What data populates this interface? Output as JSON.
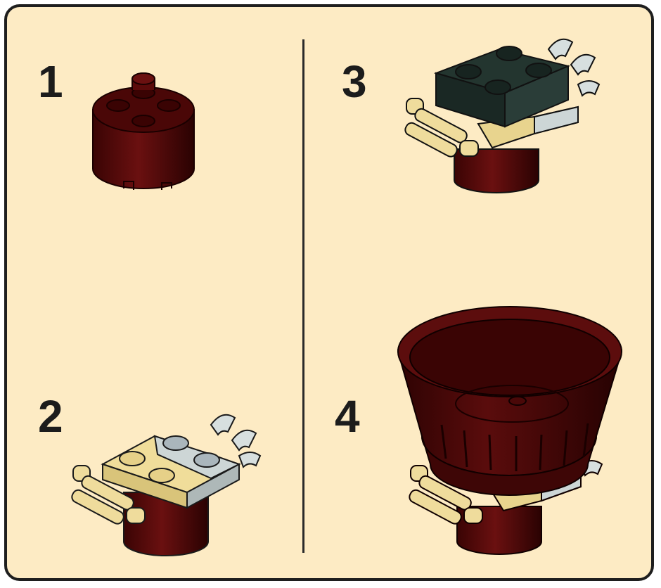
{
  "steps": [
    {
      "number": "1",
      "part": "round-brick-2x2"
    },
    {
      "number": "2",
      "part": "plate-2x2-with-clips-and-bars"
    },
    {
      "number": "3",
      "part": "plate-2x2-dark-green"
    },
    {
      "number": "4",
      "part": "dish-bowl-dark-red"
    }
  ],
  "colors": {
    "background": "#fdebc4",
    "border": "#1e1e1e",
    "dark_red": "#4e0a0a",
    "tan": "#e8d48e",
    "light_gray": "#c9d3d3",
    "dark_green": "#20312d"
  }
}
